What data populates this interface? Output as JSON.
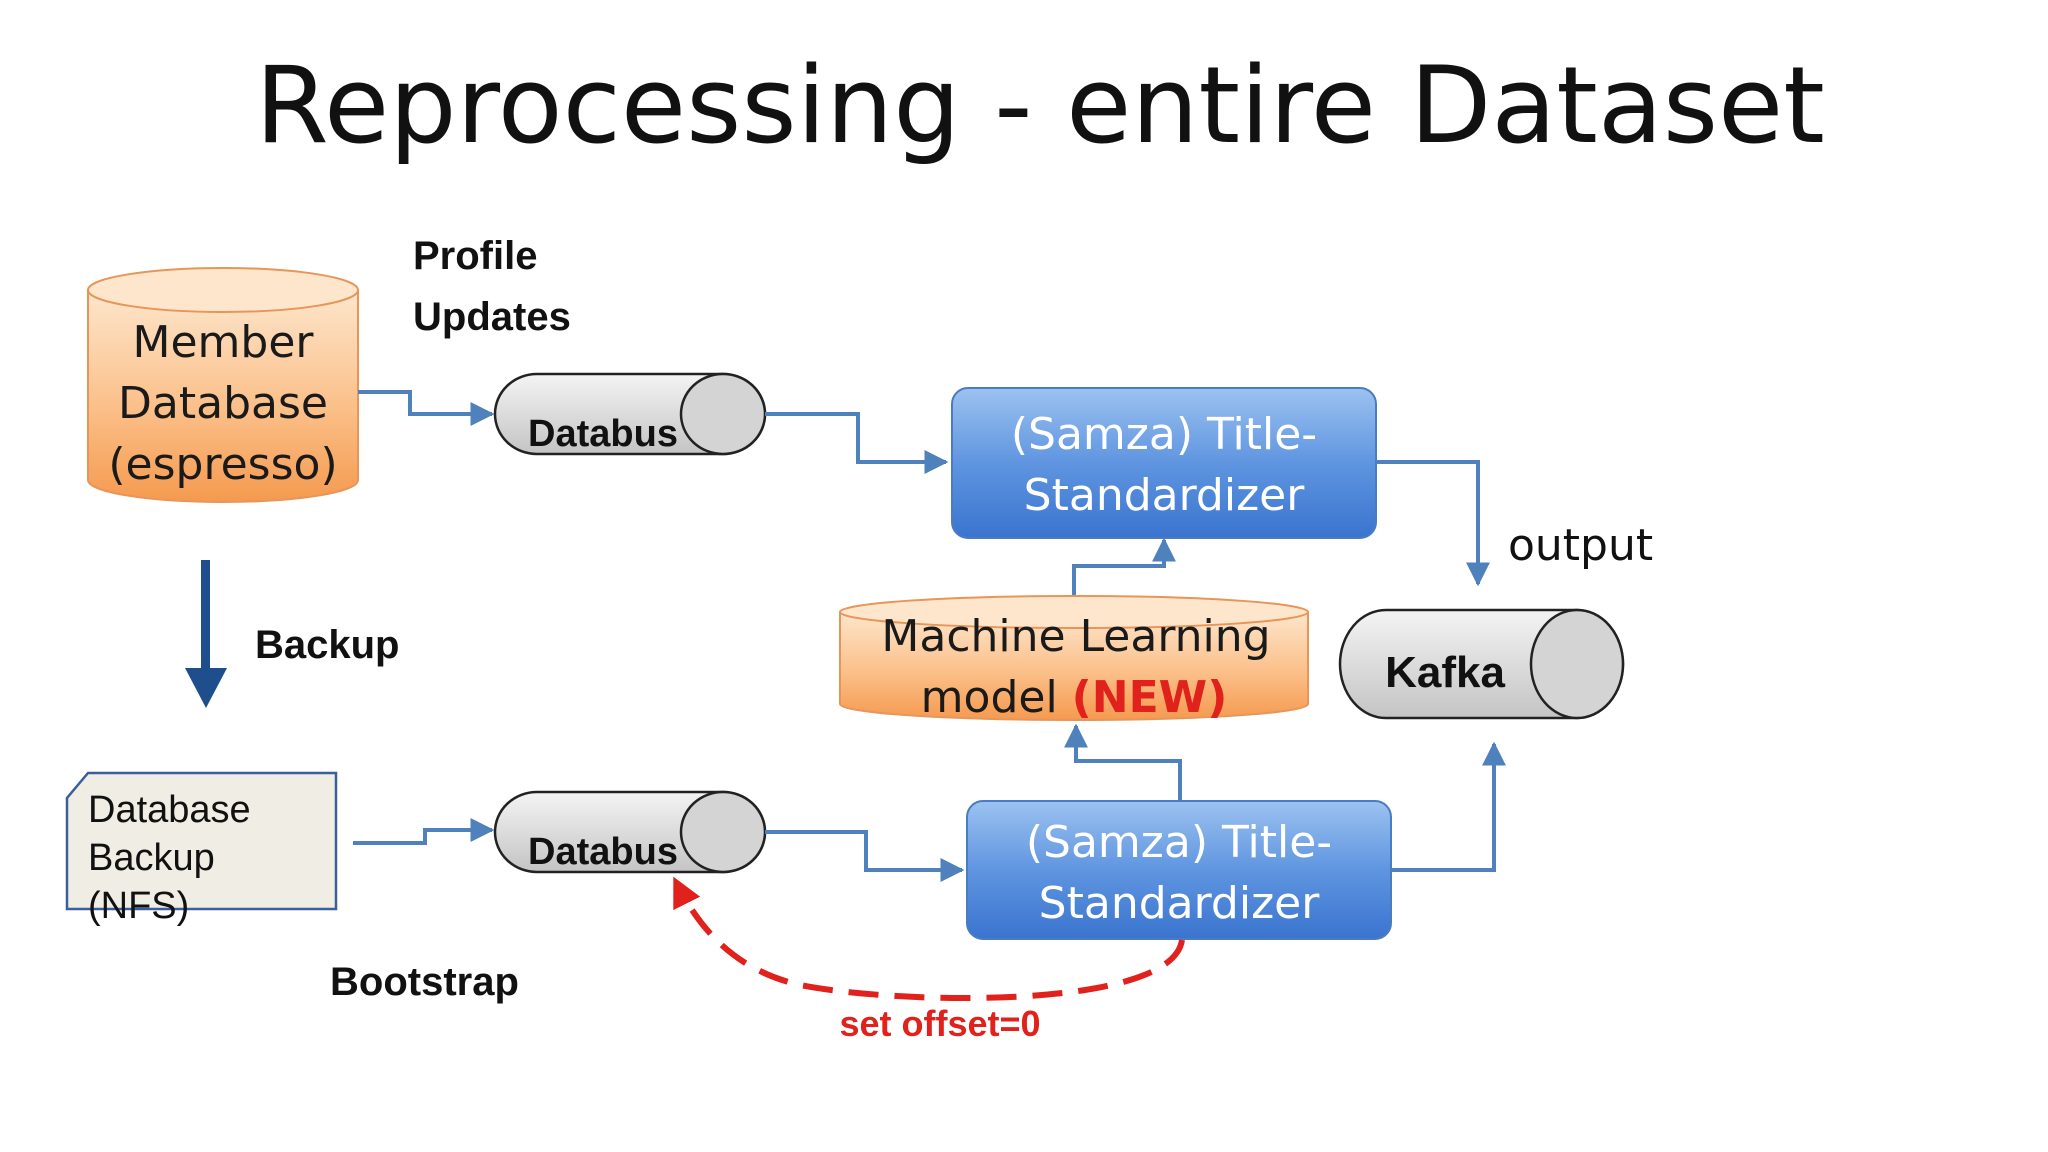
{
  "title": "Reprocessing - entire Dataset",
  "member_db": {
    "line1": "Member",
    "line2": "Database",
    "line3": "(espresso)"
  },
  "profile_updates": {
    "line1": "Profile",
    "line2": "Updates"
  },
  "databus_top": "Databus",
  "databus_bottom": "Databus",
  "samza_top": {
    "line1": "(Samza) Title-",
    "line2": "Standardizer"
  },
  "samza_bottom": {
    "line1": "(Samza) Title-",
    "line2": "Standardizer"
  },
  "output_label": "output",
  "kafka": "Kafka",
  "ml_model": {
    "line1": "Machine Learning",
    "line2": "model ",
    "new": "(NEW)"
  },
  "backup_label": "Backup",
  "db_backup": {
    "line1": "Database",
    "line2": "Backup",
    "line3": "(NFS)"
  },
  "bootstrap_label": "Bootstrap",
  "offset_label": "set offset=0",
  "colors": {
    "orange_top": "#fde3c8",
    "orange_bottom": "#f6a35c",
    "blue_top": "#8fb9ee",
    "blue_bottom": "#3b78d4",
    "arrow_blue": "#4f81bd",
    "dark_blue": "#1f4e8c",
    "red": "#e0211c"
  }
}
